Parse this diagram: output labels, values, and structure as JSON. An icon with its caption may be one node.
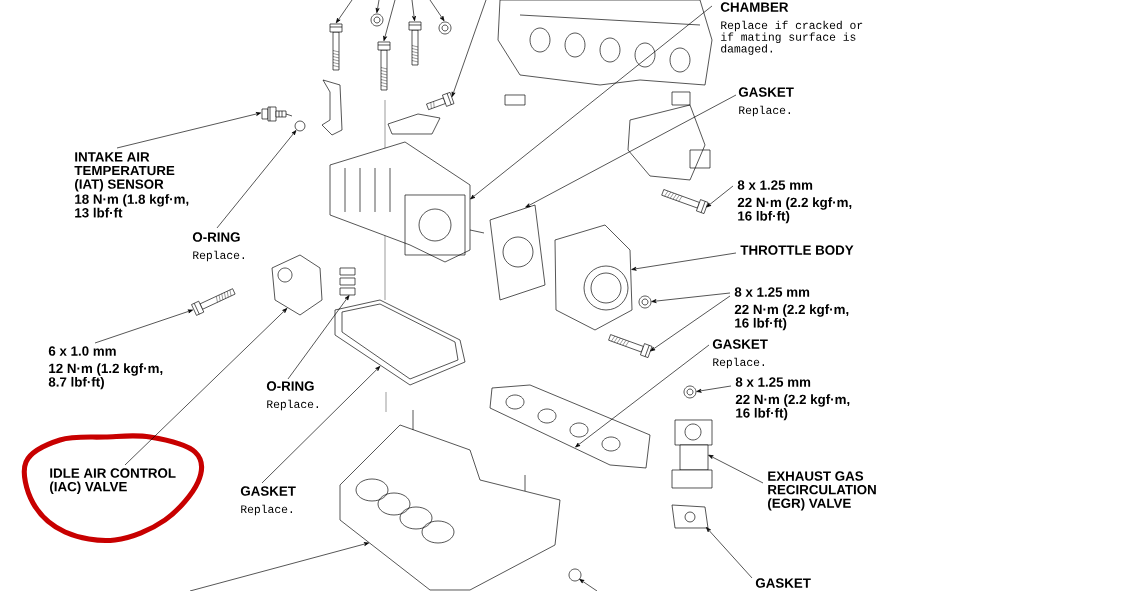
{
  "diagram": {
    "nodes": [
      {
        "text": [
          "CHAMBER",
          "Replace if cracked or if mating surface is damaged."
        ]
      },
      {
        "text": [
          "INTAKE AIR TEMPERATURE (IAT) SENSOR",
          "18 N·m (1.8 kgf·m, 13 lbf·ft"
        ]
      },
      {
        "text": [
          "O-RING",
          "Replace."
        ]
      },
      {
        "text": [
          "GASKET",
          "Replace."
        ]
      },
      {
        "text": [
          "8 x 1.25 mm",
          "22 N·m (2.2 kgf·m, 16 lbf·ft)"
        ]
      },
      {
        "text": [
          "THROTTLE BODY"
        ]
      },
      {
        "text": [
          "8 x 1.25 mm",
          "22 N·m (2.2 kgf·m, 16 lbf·ft)"
        ]
      },
      {
        "text": [
          "6 x 1.0 mm",
          "12 N·m (1.2 kgf·m, 8.7 lbf·ft)"
        ]
      },
      {
        "text": [
          "O-RING",
          "Replace."
        ]
      },
      {
        "text": [
          "GASKET",
          "Replace."
        ]
      },
      {
        "text": [
          "8 x 1.25 mm",
          "22 N·m (2.2 kgf·m, 16 lbf·ft)"
        ]
      },
      {
        "text": [
          "IDLE AIR CONTROL (IAC) VALVE"
        ]
      },
      {
        "text": [
          "EXHAUST GAS RECIRCULATION (EGR) VALVE"
        ]
      },
      {
        "text": [
          "GASKET",
          "Replace."
        ]
      },
      {
        "text": [
          "GASKET"
        ]
      },
      {
        "text": [],
        "shape": "picture"
      },
      {
        "text": [],
        "shape": "picture"
      },
      {
        "text": [],
        "shape": "picture"
      },
      {
        "text": [],
        "shape": "picture"
      },
      {
        "text": [],
        "shape": "picture"
      },
      {
        "text": [],
        "shape": "picture"
      },
      {
        "text": [],
        "shape": "picture"
      },
      {
        "text": [],
        "shape": "picture"
      },
      {
        "text": [],
        "shape": "picture"
      },
      {
        "text": [],
        "shape": "picture"
      },
      {
        "text": [],
        "shape": "picture"
      },
      {
        "text": [],
        "shape": "picture"
      },
      {
        "text": [],
        "shape": "picture"
      },
      {
        "text": [],
        "shape": "picture"
      },
      {
        "text": [],
        "shape": "picture"
      },
      {
        "text": [],
        "shape": "picture"
      },
      {
        "text": [],
        "shape": "picture"
      },
      {
        "text": [],
        "shape": "picture"
      },
      {
        "text": [],
        "shape": "picture"
      },
      {
        "text": [],
        "shape": "picture"
      },
      {
        "text": [],
        "shape": "picture"
      },
      {
        "text": [],
        "shape": "picture"
      },
      {
        "text": [],
        "shape": "picture"
      },
      {
        "text": [],
        "shape": "picture"
      }
    ],
    "edges": [
      {
        "from": 0,
        "to": 22,
        "arrow": "to"
      },
      {
        "from": 1,
        "to": 20,
        "arrow": "to"
      },
      {
        "from": 2,
        "to": 21,
        "arrow": "to"
      },
      {
        "from": 3,
        "to": 23,
        "arrow": "to"
      },
      {
        "from": 4,
        "to": 24,
        "arrow": "to"
      },
      {
        "from": 5,
        "to": 25,
        "arrow": "to"
      },
      {
        "from": 6,
        "to": 29,
        "arrow": "to"
      },
      {
        "from": 6,
        "to": 30,
        "arrow": "to"
      },
      {
        "from": 7,
        "to": 28,
        "arrow": "to"
      },
      {
        "from": 8,
        "to": 27,
        "arrow": "to"
      },
      {
        "from": 9,
        "to": 33,
        "arrow": "to"
      },
      {
        "from": 10,
        "to": 32,
        "arrow": "to"
      },
      {
        "from": 11,
        "to": 26,
        "arrow": "to"
      },
      {
        "from": 12,
        "to": 34,
        "arrow": "to"
      },
      {
        "from": 13,
        "to": 31,
        "arrow": "to"
      },
      {
        "from": 14,
        "to": 36,
        "arrow": "to"
      },
      {
        "from": null,
        "to": 15,
        "arrow": "to"
      },
      {
        "from": null,
        "to": 16,
        "arrow": "to"
      },
      {
        "from": null,
        "to": 17,
        "arrow": "to"
      },
      {
        "from": null,
        "to": 18,
        "arrow": "to"
      },
      {
        "from": null,
        "to": 19,
        "arrow": "to"
      },
      {
        "from": null,
        "to": 35,
        "arrow": "to"
      },
      {
        "from": null,
        "to": 37,
        "arrow": "to"
      },
      {
        "from": null,
        "to": 38,
        "arrow": "to"
      }
    ]
  }
}
